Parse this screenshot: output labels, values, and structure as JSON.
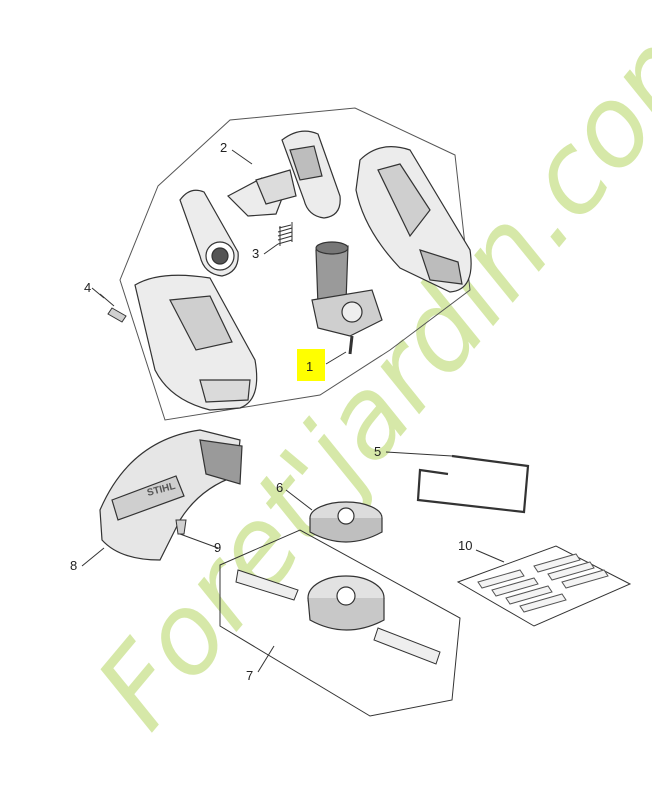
{
  "callouts": {
    "c1": "1",
    "c2": "2",
    "c3": "3",
    "c4": "4",
    "c5": "5",
    "c6": "6",
    "c7": "7",
    "c8": "8",
    "c9": "9",
    "c10": "10"
  },
  "guard_label": "STIHL",
  "watermark": {
    "text": "Foret'jardin.com",
    "color": "#c8e08a"
  },
  "colors": {
    "highlight": "#ffff00",
    "line": "#333333",
    "part_fill": "#ececec",
    "dark_fill": "#9a9a9a"
  }
}
